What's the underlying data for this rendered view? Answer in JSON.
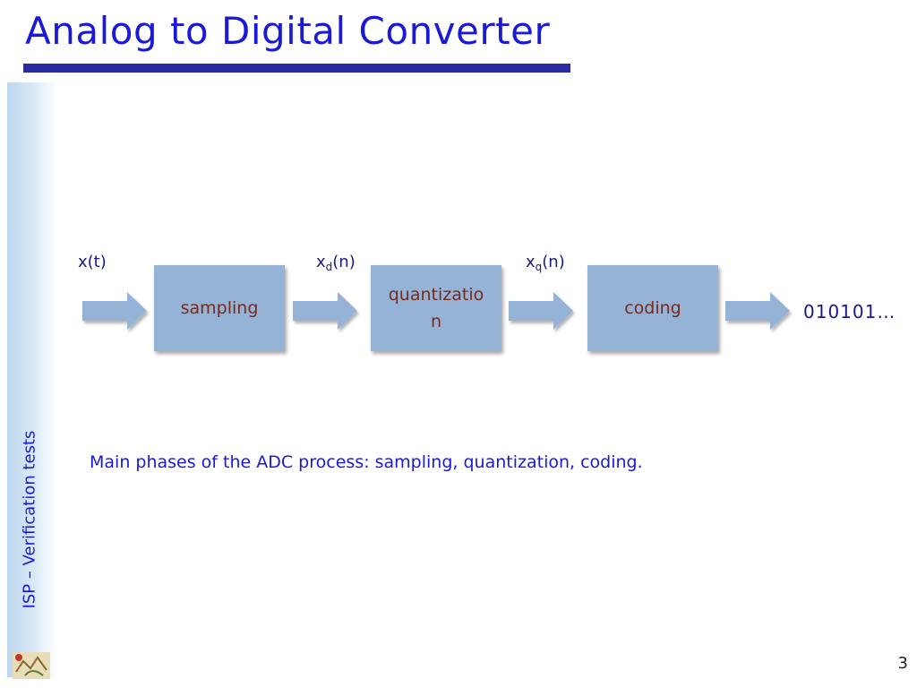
{
  "slide": {
    "title": "Analog to Digital Converter",
    "side_label": "ISP – Verification tests",
    "caption": "Main phases of the ADC process: sampling, quantization, coding.",
    "page_number": "3"
  },
  "diagram": {
    "input_signal": "x(t)",
    "xd_base": "x",
    "xd_sub": "d",
    "xd_arg": "(n)",
    "xq_base": "x",
    "xq_sub": "q",
    "xq_arg": "(n)",
    "block_sampling": "sampling",
    "block_quantization": "quantization",
    "block_coding": "coding",
    "output": "010101…"
  },
  "colors": {
    "title": "#1a1ad6",
    "title_rule": "#2a2aa0",
    "block_fill": "#95b3d7",
    "block_text": "#7a2a18",
    "arrow_fill": "#95b3d7"
  }
}
